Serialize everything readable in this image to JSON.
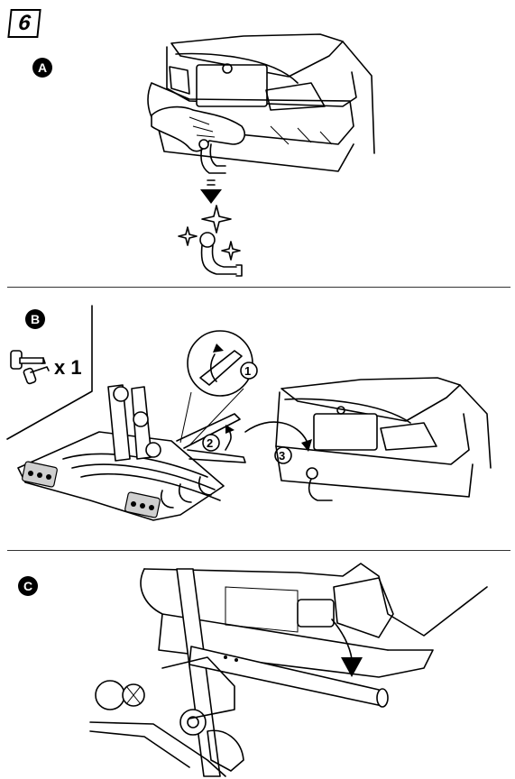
{
  "step": {
    "number": "6"
  },
  "panels": [
    {
      "id": "A",
      "label": "A"
    },
    {
      "id": "B",
      "label": "B",
      "key_quantity": "x 1",
      "callouts": [
        "1",
        "2",
        "3"
      ]
    },
    {
      "id": "C",
      "label": "C"
    }
  ],
  "icons": {
    "key": "key-icon",
    "sparkle": "sparkle-icon",
    "arrow_down": "arrow-down-icon",
    "rotate_arrow": "rotate-arrow-icon"
  }
}
